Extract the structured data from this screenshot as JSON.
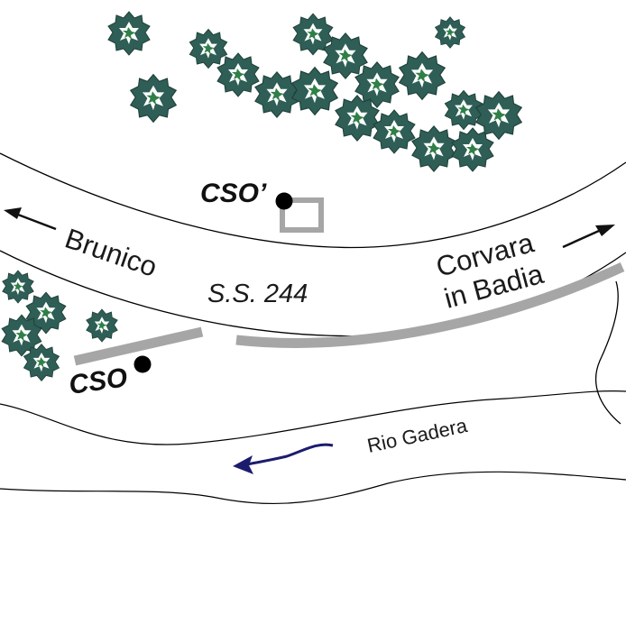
{
  "map": {
    "road": {
      "name": "S.S. 244",
      "destination_west": "Brunico",
      "destination_east_line1": "Corvara",
      "destination_east_line2": "in Badia"
    },
    "river": {
      "name": "Rio Gadera"
    },
    "stations": [
      {
        "label": "CSO’",
        "kind": "upstream"
      },
      {
        "label": "CSO",
        "kind": "downstream"
      }
    ],
    "colors": {
      "tree_dark": "#2e5e55",
      "tree_light": "#ffffff",
      "tree_accent": "#2f7f47",
      "barrier": "#a6a6a6",
      "flow_arrow": "#1c1c6e",
      "station_dot": "#000000"
    },
    "icons": {
      "tree": "tree-cluster-icon",
      "station": "station-dot-icon",
      "box": "pipe-box-icon"
    }
  }
}
